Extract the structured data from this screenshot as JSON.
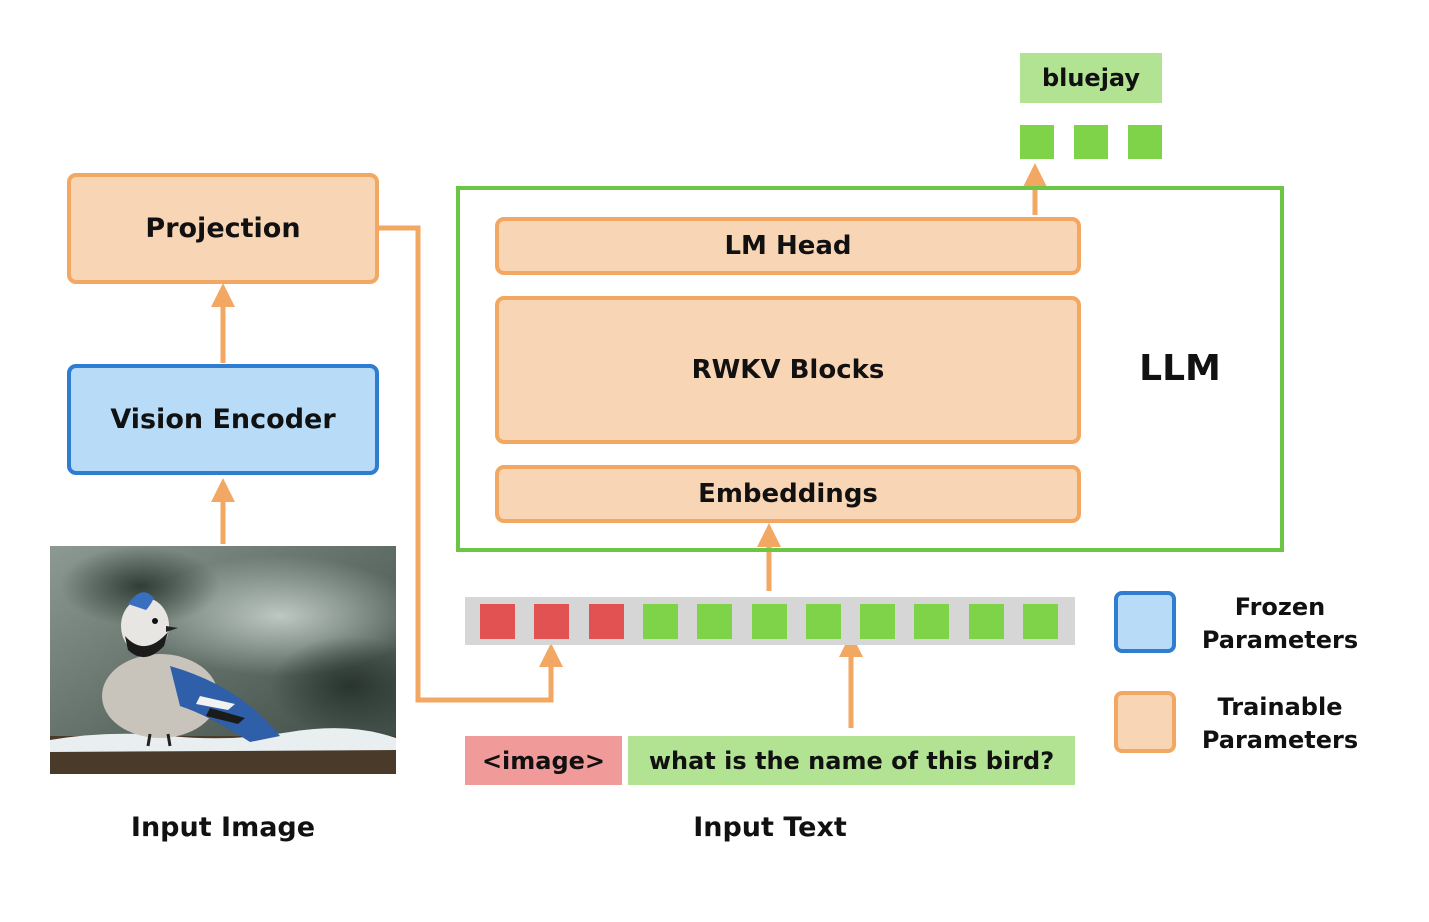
{
  "output": {
    "text": "bluejay"
  },
  "llm": {
    "label": "LLM",
    "lm_head": "LM Head",
    "rwkv_blocks": "RWKV Blocks",
    "embeddings": "Embeddings"
  },
  "vision": {
    "projection": "Projection",
    "encoder": "Vision Encoder",
    "caption": "Input Image"
  },
  "text_input": {
    "image_token": "<image>",
    "prompt": "what is the name of this bird?",
    "caption": "Input Text"
  },
  "tokens": {
    "output": [
      "green",
      "green",
      "green"
    ],
    "sequence": [
      "red",
      "red",
      "red",
      "green",
      "green",
      "green",
      "green",
      "green",
      "green",
      "green",
      "green"
    ]
  },
  "legend": {
    "frozen": [
      "Frozen",
      "Parameters"
    ],
    "trainable": [
      "Trainable",
      "Parameters"
    ]
  },
  "colors": {
    "trainable_fill": "#f8d5b5",
    "trainable_border": "#f2a763",
    "frozen_fill": "#b8dcf8",
    "frozen_border": "#2e7dd1",
    "llm_border": "#6cc644",
    "image_token": "#f09a9a",
    "text_token": "#b2e392",
    "red_token": "#e35252",
    "green_token": "#7ed348",
    "arrow": "#f2a763"
  }
}
